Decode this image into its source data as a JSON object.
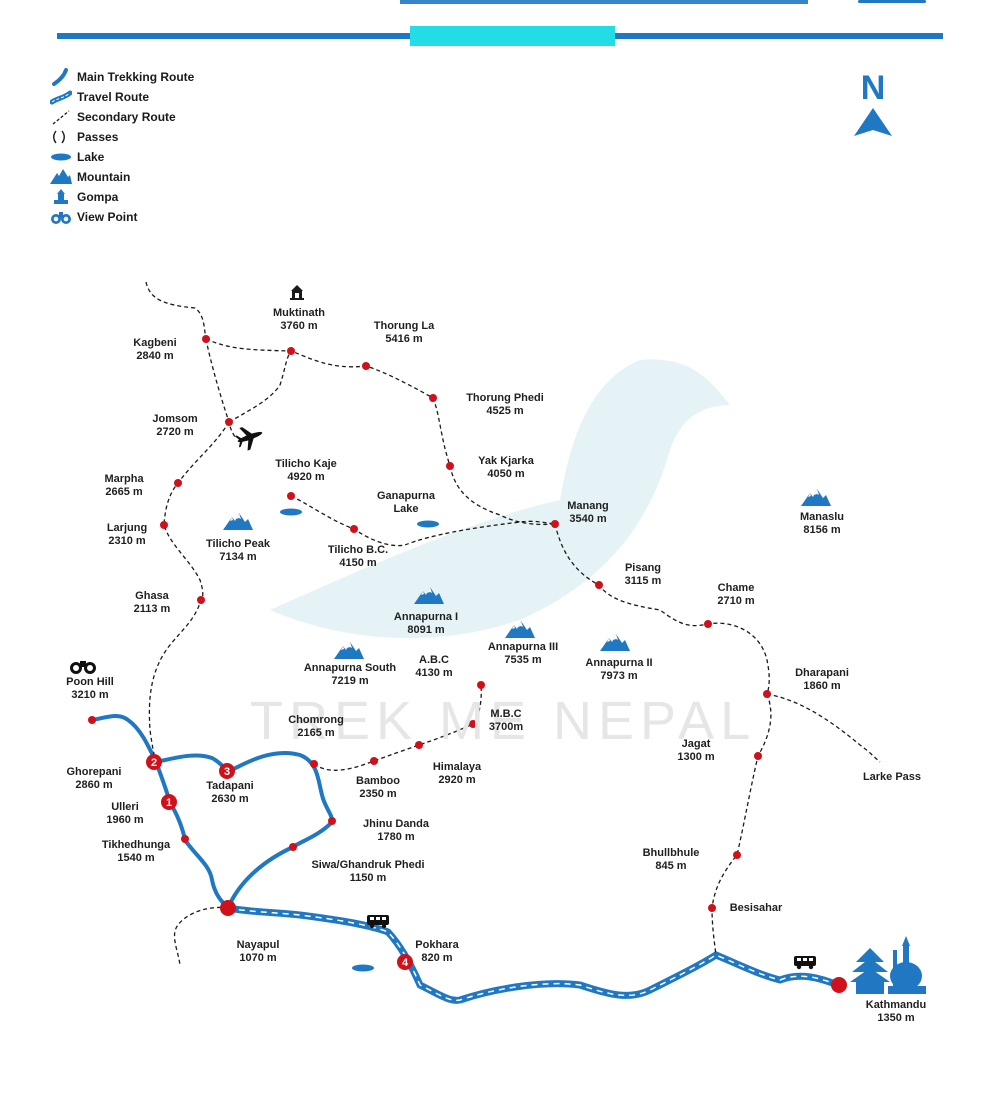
{
  "colors": {
    "route_blue": "#1f78c1",
    "accent_cyan": "#22dde6",
    "stop_red": "#d0101a",
    "watermark": "#e6e6e6"
  },
  "compass": {
    "letter": "N"
  },
  "watermark": {
    "text": "TREK ME NEPAL"
  },
  "legend": [
    {
      "icon": "main-route-icon",
      "label": "Main Trekking Route"
    },
    {
      "icon": "travel-route-icon",
      "label": "Travel Route"
    },
    {
      "icon": "secondary-route-icon",
      "label": "Secondary Route"
    },
    {
      "icon": "passes-icon",
      "label": "Passes"
    },
    {
      "icon": "lake-icon",
      "label": "Lake"
    },
    {
      "icon": "mountain-icon",
      "label": "Mountain"
    },
    {
      "icon": "gompa-icon",
      "label": "Gompa"
    },
    {
      "icon": "viewpoint-icon",
      "label": "View Point"
    }
  ],
  "places": [
    {
      "name": "Muktinath",
      "elev": "3760 m"
    },
    {
      "name": "Thorung La",
      "elev": "5416 m"
    },
    {
      "name": "Kagbeni",
      "elev": "2840 m"
    },
    {
      "name": "Thorung Phedi",
      "elev": "4525 m"
    },
    {
      "name": "Jomsom",
      "elev": "2720 m"
    },
    {
      "name": "Yak Kjarka",
      "elev": "4050 m"
    },
    {
      "name": "Tilicho Kaje",
      "elev": "4920 m"
    },
    {
      "name": "Marpha",
      "elev": "2665 m"
    },
    {
      "name": "Ganapurna",
      "elev": "Lake"
    },
    {
      "name": "Manang",
      "elev": "3540 m"
    },
    {
      "name": "Manaslu",
      "elev": "8156 m"
    },
    {
      "name": "Larjung",
      "elev": "2310 m"
    },
    {
      "name": "Tilicho Peak",
      "elev": "7134 m"
    },
    {
      "name": "Tilicho B.C.",
      "elev": "4150 m"
    },
    {
      "name": "Pisang",
      "elev": "3115 m"
    },
    {
      "name": "Chame",
      "elev": "2710 m"
    },
    {
      "name": "Ghasa",
      "elev": "2113 m"
    },
    {
      "name": "Annapurna I",
      "elev": "8091 m"
    },
    {
      "name": "Annapurna III",
      "elev": "7535 m"
    },
    {
      "name": "Annapurna II",
      "elev": "7973 m"
    },
    {
      "name": "A.B.C",
      "elev": "4130 m"
    },
    {
      "name": "Annapurna South",
      "elev": "7219 m"
    },
    {
      "name": "Dharapani",
      "elev": "1860 m"
    },
    {
      "name": "Poon Hill",
      "elev": "3210 m"
    },
    {
      "name": "M.B.C",
      "elev": "3700m"
    },
    {
      "name": "Chomrong",
      "elev": "2165 m"
    },
    {
      "name": "Jagat",
      "elev": "1300 m"
    },
    {
      "name": "Himalaya",
      "elev": "2920 m"
    },
    {
      "name": "Larke Pass",
      "elev": ""
    },
    {
      "name": "Ghorepani",
      "elev": "2860 m"
    },
    {
      "name": "Tadapani",
      "elev": "2630 m"
    },
    {
      "name": "Bamboo",
      "elev": "2350 m"
    },
    {
      "name": "Ulleri",
      "elev": "1960 m"
    },
    {
      "name": "Jhinu Danda",
      "elev": "1780 m"
    },
    {
      "name": "Tikhedhunga",
      "elev": "1540 m"
    },
    {
      "name": "Bhullbhule",
      "elev": "845 m"
    },
    {
      "name": "Siwa/Ghandruk Phedi",
      "elev": "1150 m"
    },
    {
      "name": "Besisahar",
      "elev": ""
    },
    {
      "name": "Nayapul",
      "elev": "1070 m"
    },
    {
      "name": "Pokhara",
      "elev": "820 m"
    },
    {
      "name": "Kathmandu",
      "elev": "1350 m"
    }
  ],
  "markers": [
    {
      "number": "1"
    },
    {
      "number": "2"
    },
    {
      "number": "3"
    },
    {
      "number": "4"
    }
  ]
}
